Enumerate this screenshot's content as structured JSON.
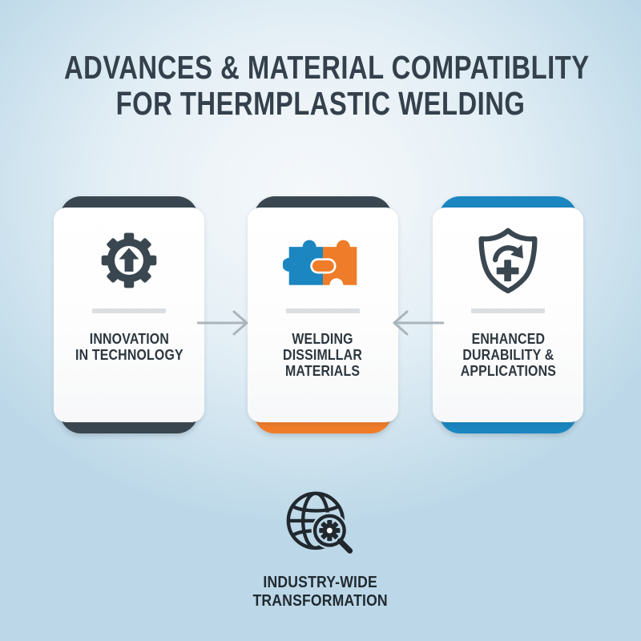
{
  "title": {
    "line1": "ADVANCES & MATERIAL COMPATIBLITY",
    "line2": "FOR THERMPLASTIC WELDING"
  },
  "colors": {
    "dark_slate": "#3a4750",
    "orange": "#ef7c29",
    "blue": "#1b86c0",
    "text_dark": "#2c373f",
    "divider": "#dcdfe1",
    "arrow_gray": "#a9b4bb",
    "background_center": "#f4f8fb",
    "background_edge": "#bcd8e8"
  },
  "cards": [
    {
      "id": "innovation-in-technology",
      "label": "INNOVATION\nIN TECHNOLOGY",
      "icon_name": "gear-up-arrow-icon",
      "frame_top_color": "#3a4750",
      "frame_bottom_color": "#3a4750"
    },
    {
      "id": "welding-dissimilar-materials",
      "label": "WELDING\nDISSIMLLAR\nMATERIALS",
      "icon_name": "puzzle-pieces-icon",
      "frame_top_color": "#3a4750",
      "frame_bottom_color": "#ef7c29"
    },
    {
      "id": "enhanced-durability-applications",
      "label": "ENHANCED\nDURABILITY &\nAPPLICATIONS",
      "icon_name": "shield-plus-refresh-icon",
      "frame_top_color": "#1b86c0",
      "frame_bottom_color": "#1b86c0"
    }
  ],
  "arrows": [
    {
      "id": "arrow-left-to-center",
      "direction": "right"
    },
    {
      "id": "arrow-right-to-center",
      "direction": "left"
    }
  ],
  "footer": {
    "icon_name": "globe-magnifier-gear-icon",
    "label": "INDUSTRY-WIDE\nTRANSFORMATION"
  }
}
